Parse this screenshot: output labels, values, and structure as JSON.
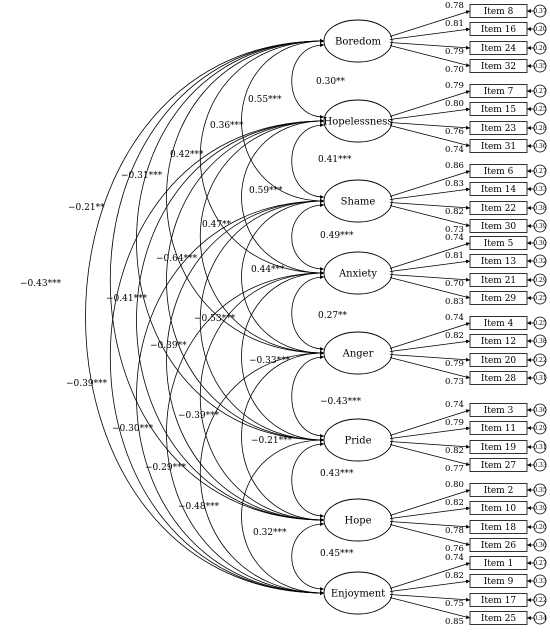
{
  "factors": [
    {
      "name": "Boredom",
      "items": [
        {
          "label": "Item 8",
          "loading": "0.78",
          "error": "0.37"
        },
        {
          "label": "Item 16",
          "loading": "0.81",
          "error": "0.20"
        },
        {
          "label": "Item 24",
          "loading": "0.79",
          "error": "0.26"
        },
        {
          "label": "Item 32",
          "loading": "0.70",
          "error": "0.35"
        }
      ]
    },
    {
      "name": "Hopelessness",
      "items": [
        {
          "label": "Item 7",
          "loading": "0.79",
          "error": "0.27"
        },
        {
          "label": "Item 15",
          "loading": "0.80",
          "error": "0.25"
        },
        {
          "label": "Item 23",
          "loading": "0.76",
          "error": "0.28"
        },
        {
          "label": "Item 31",
          "loading": "0.74",
          "error": "0.36"
        }
      ]
    },
    {
      "name": "Shame",
      "items": [
        {
          "label": "Item 6",
          "loading": "0.86",
          "error": "0.27"
        },
        {
          "label": "Item 14",
          "loading": "0.83",
          "error": "0.33"
        },
        {
          "label": "Item 22",
          "loading": "0.82",
          "error": "0.38"
        },
        {
          "label": "Item 30",
          "loading": "0.73",
          "error": "0.39"
        }
      ]
    },
    {
      "name": "Anxiety",
      "items": [
        {
          "label": "Item 5",
          "loading": "0.74",
          "error": "0.30"
        },
        {
          "label": "Item 13",
          "loading": "0.81",
          "error": "0.32"
        },
        {
          "label": "Item 21",
          "loading": "0.70",
          "error": "0.29"
        },
        {
          "label": "Item 29",
          "loading": "0.83",
          "error": "0.25"
        }
      ]
    },
    {
      "name": "Anger",
      "items": [
        {
          "label": "Item 4",
          "loading": "0.74",
          "error": "0.25"
        },
        {
          "label": "Item 12",
          "loading": "0.82",
          "error": "0.38"
        },
        {
          "label": "Item 20",
          "loading": "0.79",
          "error": "0.22"
        },
        {
          "label": "Item 28",
          "loading": "0.73",
          "error": "0.31"
        }
      ]
    },
    {
      "name": "Pride",
      "items": [
        {
          "label": "Item 3",
          "loading": "0.74",
          "error": "0.36"
        },
        {
          "label": "Item 11",
          "loading": "0.79",
          "error": "0.29"
        },
        {
          "label": "Item 19",
          "loading": "0.82",
          "error": "0.31"
        },
        {
          "label": "Item 27",
          "loading": "0.77",
          "error": "0.33"
        }
      ]
    },
    {
      "name": "Hope",
      "items": [
        {
          "label": "Item 2",
          "loading": "0.80",
          "error": "0.35"
        },
        {
          "label": "Item 10",
          "loading": "0.82",
          "error": "0.39"
        },
        {
          "label": "Item 18",
          "loading": "0.78",
          "error": "0.26"
        },
        {
          "label": "Item 26",
          "loading": "0.76",
          "error": "0.36"
        }
      ]
    },
    {
      "name": "Enjoyment",
      "items": [
        {
          "label": "Item 1",
          "loading": "0.74",
          "error": "0.27"
        },
        {
          "label": "Item 9",
          "loading": "0.82",
          "error": "0.33"
        },
        {
          "label": "Item 17",
          "loading": "0.75",
          "error": "0.22"
        },
        {
          "label": "Item 25",
          "loading": "0.85",
          "error": "0.34"
        }
      ]
    }
  ],
  "correlations": [
    {
      "from": 0,
      "to": 1,
      "label": "0.30**"
    },
    {
      "from": 1,
      "to": 2,
      "label": "0.41***"
    },
    {
      "from": 2,
      "to": 3,
      "label": "0.49***"
    },
    {
      "from": 3,
      "to": 4,
      "label": "0.27**"
    },
    {
      "from": 4,
      "to": 5,
      "label": "−0.43***"
    },
    {
      "from": 5,
      "to": 6,
      "label": "0.43***"
    },
    {
      "from": 6,
      "to": 7,
      "label": "0.45***"
    },
    {
      "from": 0,
      "to": 2,
      "label": "0.55***"
    },
    {
      "from": 1,
      "to": 3,
      "label": "0.59***"
    },
    {
      "from": 2,
      "to": 4,
      "label": "0.44***"
    },
    {
      "from": 3,
      "to": 5,
      "label": "−0.33***"
    },
    {
      "from": 4,
      "to": 6,
      "label": "−0.21***"
    },
    {
      "from": 5,
      "to": 7,
      "label": "0.32***"
    },
    {
      "from": 0,
      "to": 3,
      "label": "0.36***"
    },
    {
      "from": 1,
      "to": 4,
      "label": "0.47**"
    },
    {
      "from": 2,
      "to": 5,
      "label": "−0.53***"
    },
    {
      "from": 3,
      "to": 6,
      "label": "−0.39***"
    },
    {
      "from": 4,
      "to": 7,
      "label": "−0.48***"
    },
    {
      "from": 0,
      "to": 4,
      "label": "0.42***"
    },
    {
      "from": 1,
      "to": 5,
      "label": "−0.64***"
    },
    {
      "from": 2,
      "to": 6,
      "label": "−0.39**"
    },
    {
      "from": 3,
      "to": 7,
      "label": "−0.29***"
    },
    {
      "from": 0,
      "to": 5,
      "label": "−0.31***"
    },
    {
      "from": 1,
      "to": 6,
      "label": "−0.41***"
    },
    {
      "from": 2,
      "to": 7,
      "label": "−0.30***"
    },
    {
      "from": 0,
      "to": 6,
      "label": "−0.21**"
    },
    {
      "from": 1,
      "to": 7,
      "label": "−0.39***"
    },
    {
      "from": 0,
      "to": 7,
      "label": "−0.43***"
    }
  ]
}
